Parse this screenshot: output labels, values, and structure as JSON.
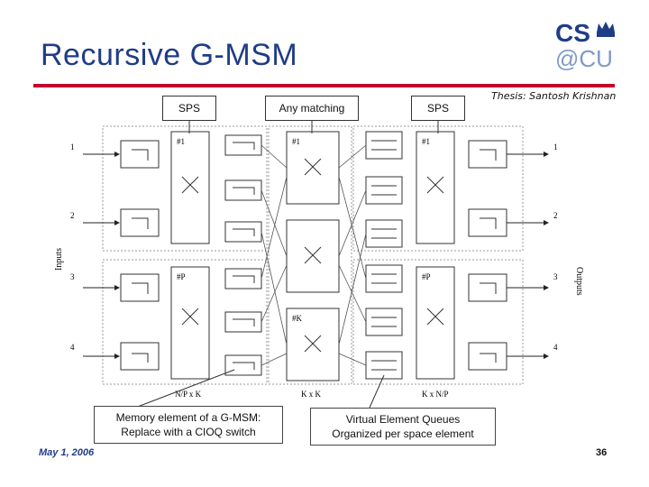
{
  "slide": {
    "title": "Recursive G-MSM",
    "thesis": "Thesis: Santosh Krishnan",
    "date": "May 1, 2006",
    "page_number": "36",
    "accent_color": "#c2002f",
    "title_color": "#1f3c86"
  },
  "logo": {
    "line1": "CS",
    "line2": "@CU"
  },
  "callouts": {
    "sps_left": "SPS",
    "any_matching": "Any matching",
    "sps_right": "SPS",
    "memory_element": [
      "Memory element of a G-MSM:",
      "Replace with a CIOQ switch"
    ],
    "virtual_queues": [
      "Virtual Element Queues",
      "Organized per space element"
    ]
  },
  "diagram": {
    "inputs_label": "Inputs",
    "outputs_label": "Outputs",
    "input_numbers": [
      "1",
      "2",
      "3",
      "4"
    ],
    "output_numbers": [
      "1",
      "2",
      "3",
      "4"
    ],
    "stage_labels": [
      "N/P x K",
      "K x K",
      "K x N/P"
    ],
    "left_switch_labels": [
      "#1",
      "#P"
    ],
    "middle_switch_labels": [
      "#1",
      "#K"
    ],
    "right_switch_labels": [
      "#1",
      "#P"
    ]
  }
}
